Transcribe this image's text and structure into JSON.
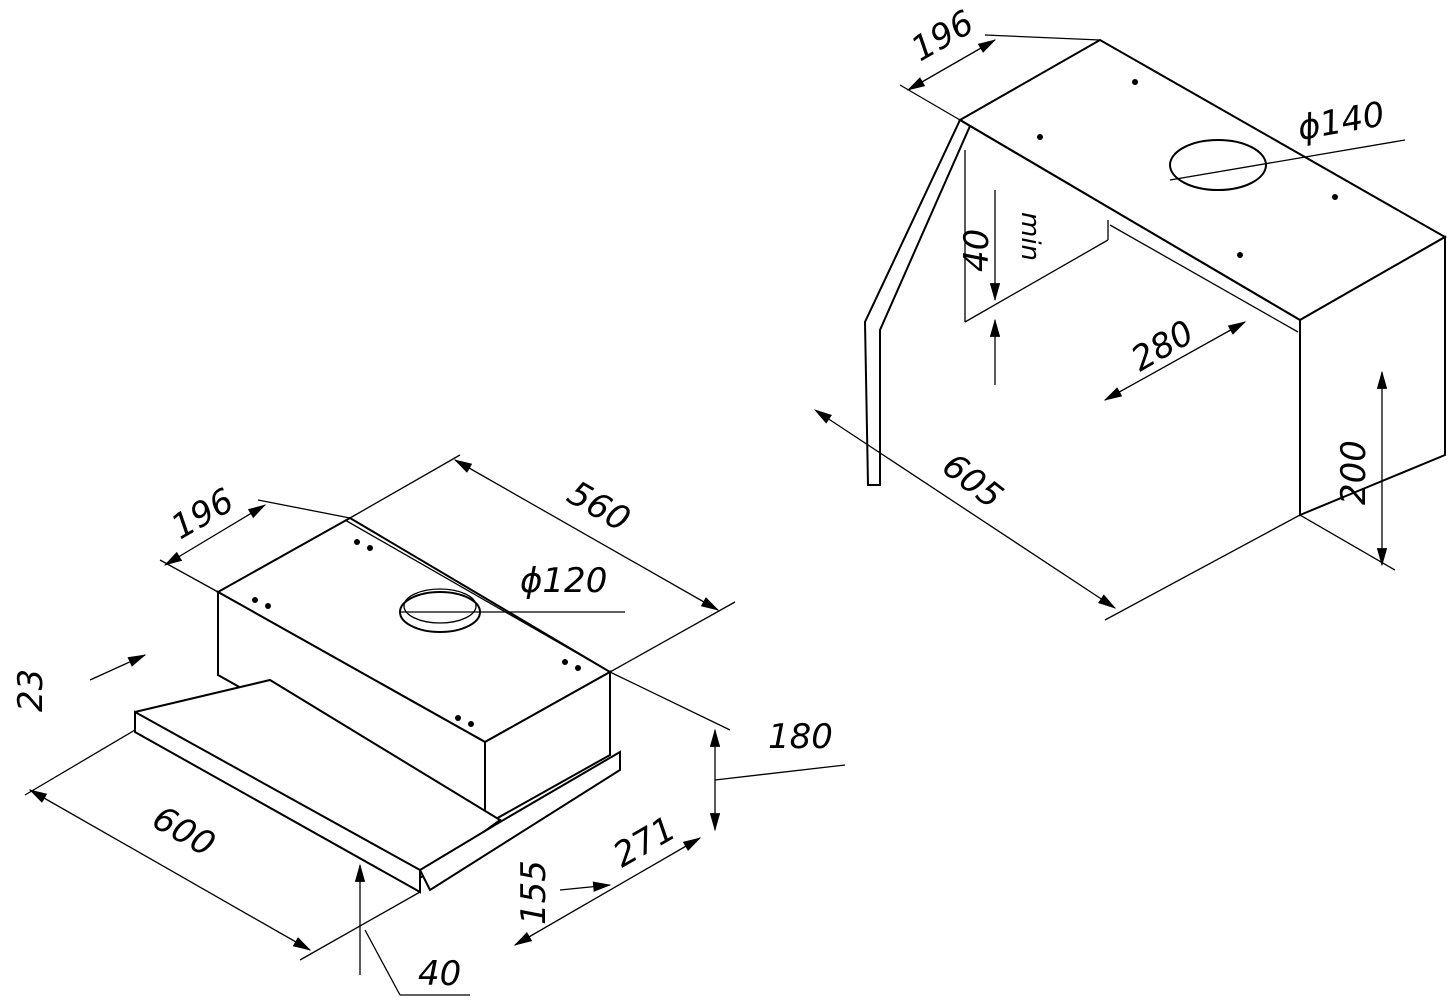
{
  "left_drawing": {
    "title": "telescopic hood",
    "dims": {
      "depth_top": "196",
      "width_body": "560",
      "duct_diameter": "ϕ120",
      "panel_thickness": "23",
      "height": "180",
      "width_front": "600",
      "depth_total": "271",
      "extension": "155",
      "panel_height": "40"
    }
  },
  "right_drawing": {
    "title": "cabinet installation",
    "dims": {
      "depth_top": "196",
      "duct_diameter": "ϕ140",
      "gap": "40",
      "gap_note": "min",
      "inner_depth": "280",
      "width": "605",
      "height": "200"
    }
  }
}
